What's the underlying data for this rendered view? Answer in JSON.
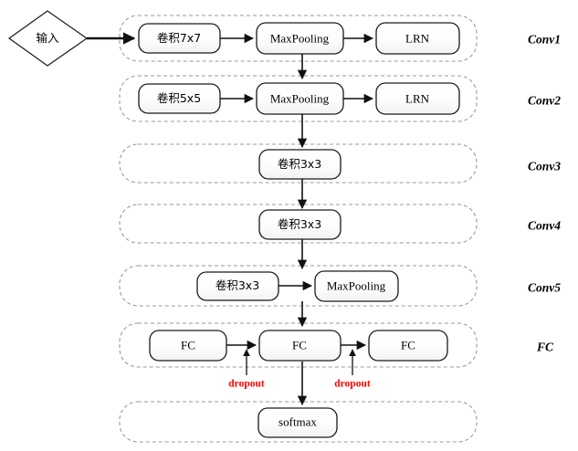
{
  "diagram": {
    "type": "flowchart",
    "title_present": false,
    "input_node": {
      "label": "输入",
      "shape": "diamond"
    },
    "groups": [
      {
        "id": "conv1",
        "label": "Conv1",
        "nodes": [
          {
            "label": "卷积7x7"
          },
          {
            "label": "MaxPooling"
          },
          {
            "label": "LRN"
          }
        ]
      },
      {
        "id": "conv2",
        "label": "Conv2",
        "nodes": [
          {
            "label": "卷积5x5"
          },
          {
            "label": "MaxPooling"
          },
          {
            "label": "LRN"
          }
        ]
      },
      {
        "id": "conv3",
        "label": "Conv3",
        "nodes": [
          {
            "label": "卷积3x3"
          }
        ]
      },
      {
        "id": "conv4",
        "label": "Conv4",
        "nodes": [
          {
            "label": "卷积3x3"
          }
        ]
      },
      {
        "id": "conv5",
        "label": "Conv5",
        "nodes": [
          {
            "label": "卷积3x3"
          },
          {
            "label": "MaxPooling"
          }
        ]
      },
      {
        "id": "fc",
        "label": "FC",
        "nodes": [
          {
            "label": "FC"
          },
          {
            "label": "FC"
          },
          {
            "label": "FC"
          }
        ]
      },
      {
        "id": "output",
        "label": "",
        "nodes": [
          {
            "label": "softmax"
          }
        ]
      }
    ],
    "annotations": [
      {
        "label": "dropout",
        "color": "#ff0000"
      },
      {
        "label": "dropout",
        "color": "#ff0000"
      }
    ],
    "colors": {
      "node_border": "#1a1a1a",
      "node_fill": "#fbfbfb",
      "group_border": "#9a9a9a",
      "edge": "#111111",
      "annotation": "#ff0000"
    }
  }
}
